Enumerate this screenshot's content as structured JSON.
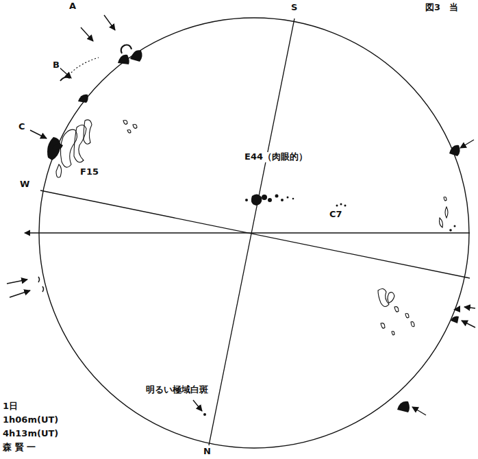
{
  "diagram": {
    "title": "図3　当",
    "labels": [
      "A",
      "B",
      "C",
      "S",
      "F15",
      "E44（肉眼的）",
      "W",
      "C7",
      "明るい極域白斑",
      "N",
      "1日",
      "1h06m(UT)",
      "4h13m(UT)",
      "森 賢 一"
    ]
  }
}
